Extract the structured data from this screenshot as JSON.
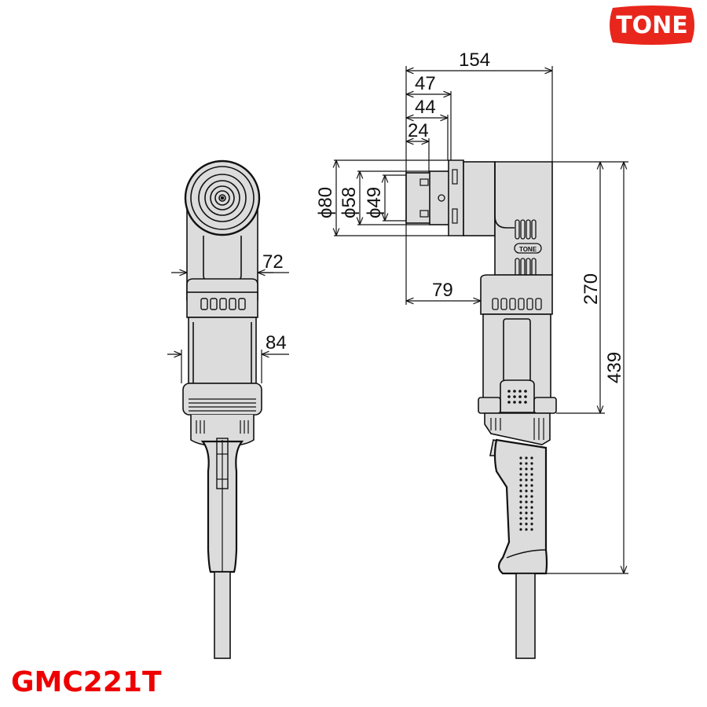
{
  "brand": {
    "logo_text": "TONE",
    "logo_color": "#e8261c",
    "logo_text_color": "#ffffff"
  },
  "product": {
    "model": "GMC221T",
    "model_color": "#ee0000",
    "housing_label": "TONE"
  },
  "colors": {
    "body_fill": "#dcdcdc",
    "line": "#111111",
    "background": "#ffffff"
  },
  "front_view": {
    "dimensions": {
      "head_width": "72",
      "body_width": "84"
    }
  },
  "side_view": {
    "dimensions": {
      "overall_length": "154",
      "socket_depth_1": "47",
      "socket_depth_2": "44",
      "socket_depth_3": "24",
      "diameter_outer": "ϕ80",
      "diameter_mid": "ϕ58",
      "diameter_inner": "ϕ49",
      "head_offset": "79",
      "height_to_grip": "270",
      "overall_height": "439"
    }
  }
}
